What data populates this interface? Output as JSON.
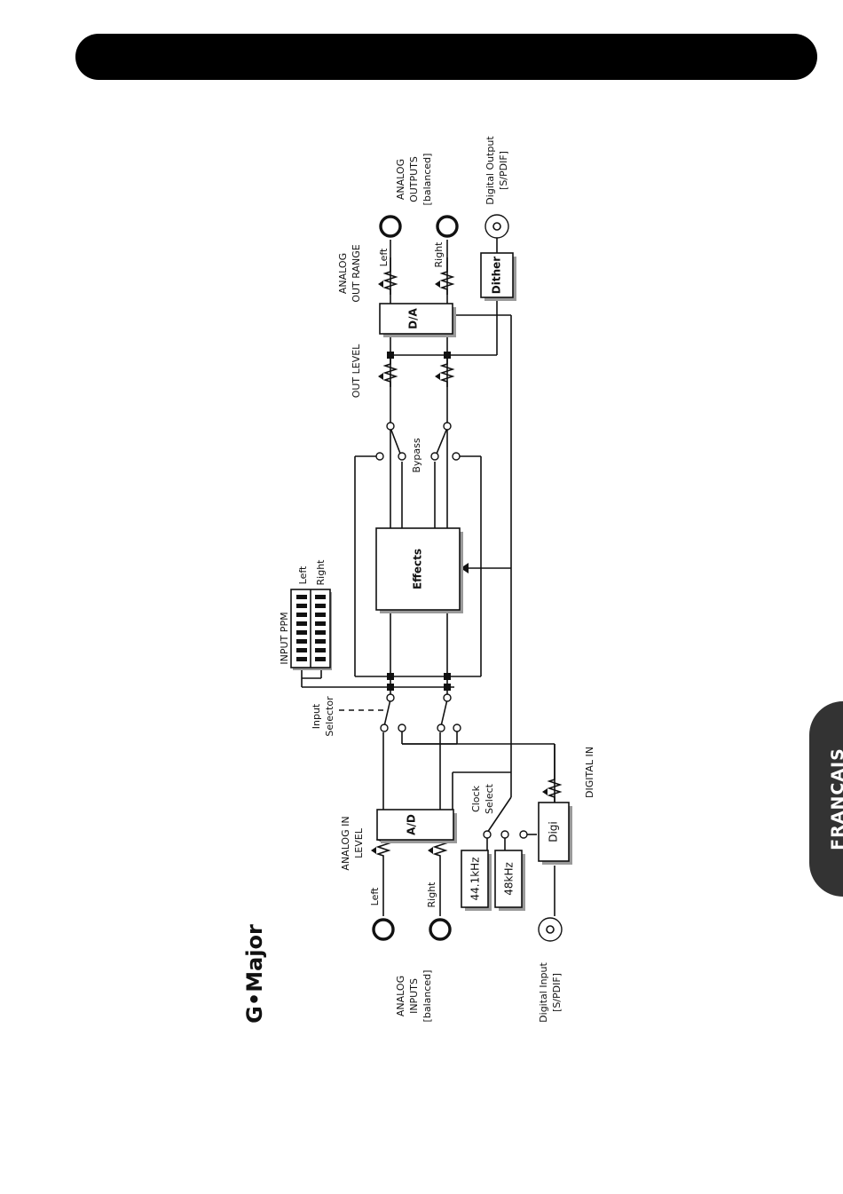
{
  "side_tab": "FRANÇAIS",
  "product_title": "G•Major",
  "labels": {
    "analog_inputs": [
      "ANALOG",
      "INPUTS",
      "[balanced]"
    ],
    "digital_input": [
      "Digital Input",
      "[S/PDIF]"
    ],
    "analog_in_level": [
      "ANALOG IN",
      "LEVEL"
    ],
    "in_left": "Left",
    "in_right": "Right",
    "ad": "A/D",
    "freq_44": "44.1kHz",
    "freq_48": "48kHz",
    "digi": "Digi",
    "clock_select": [
      "Clock",
      "Select"
    ],
    "digital_in": "DIGITAL IN",
    "input_selector": [
      "Input",
      "Selector"
    ],
    "input_ppm": "INPUT PPM",
    "ppm_left": "Left",
    "ppm_right": "Right",
    "effects": "Effects",
    "bypass": "Bypass",
    "out_level": "OUT LEVEL",
    "da": "D/A",
    "analog_out_range": [
      "ANALOG",
      "OUT RANGE"
    ],
    "out_left": "Left",
    "out_right": "Right",
    "dither": "Dither",
    "analog_outputs": [
      "ANALOG",
      "OUTPUTS",
      "[balanced]"
    ],
    "digital_output": [
      "Digital Output",
      "[S/PDIF]"
    ]
  }
}
